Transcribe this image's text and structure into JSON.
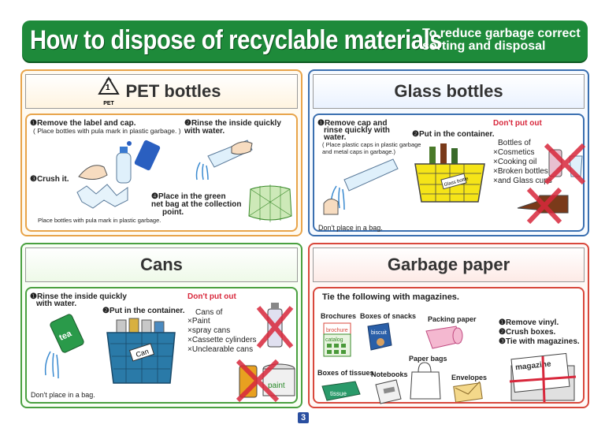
{
  "banner": {
    "title": "How to dispose of recyclable materials",
    "subtitle_line1": "To reduce garbage correct",
    "subtitle_line2": "sorting and disposal"
  },
  "pet": {
    "title": "PET bottles",
    "symbol_label": "PET",
    "symbol_number": "1",
    "step1": "❶Remove the label and cap.",
    "step1_note": "( Place bottles with pula mark in plastic garbage. )",
    "step2_l1": "❷Rinse the inside quickly",
    "step2_l2": "with water.",
    "step3": "❸Crush it.",
    "step4_l1": "❹Place in the green",
    "step4_l2": "net bag at the collection",
    "step4_l3": "point.",
    "footnote": "Place bottles with pula mark in plastic garbage."
  },
  "glass": {
    "title": "Glass bottles",
    "step1_l1": "❶Remove cap and",
    "step1_l2": "rinse quickly with",
    "step1_l3": "water.",
    "step1_note1": "( Place plastic caps in plastic garbage",
    "step1_note2": "and metal caps in garbage.)",
    "step2": "❷Put in the container.",
    "container_label": "Glass bottle",
    "dont_title": "Don't put out",
    "dont_intro": "Bottles of",
    "dont_items": [
      "×Cosmetics",
      "×Cooking oil",
      "×Broken bottles",
      "×and Glass cups"
    ],
    "footnote": "Don't place in a bag."
  },
  "cans": {
    "title": "Cans",
    "step1_l1": "❶Rinse the inside quickly",
    "step1_l2": "with water.",
    "step2": "❷Put in the container.",
    "can_label": "tea",
    "container_label": "Can",
    "dont_title": "Don't put out",
    "dont_intro": "Cans of",
    "dont_items": [
      "×Paint",
      "×spray cans",
      "×Cassette cylinders",
      "×Unclearable cans"
    ],
    "paint_label": "paint",
    "footnote": "Don't place in a bag."
  },
  "paper": {
    "title": "Garbage paper",
    "heading": "Tie the following with magazines.",
    "labels": {
      "brochures": "Brochures",
      "snacks": "Boxes of snacks",
      "packing": "Packing paper",
      "paper_bags": "Paper bags",
      "tissues": "Boxes of tissues",
      "notebooks": "Notebooks",
      "envelopes": "Envelopes"
    },
    "item_text": {
      "brochure": "brochure",
      "catalog": "catalog",
      "biscuit": "biscuit",
      "tissue": "tissue",
      "magazine": "magazine"
    },
    "steps": [
      "❶Remove vinyl.",
      "❷Crush boxes.",
      "❸Tie with magazines."
    ]
  },
  "page_number": "3",
  "colors": {
    "banner": "#1e8a3a",
    "pet": "#e8a44a",
    "glass": "#3a6fb0",
    "cans": "#4aa040",
    "paper": "#d8483c",
    "accent_red": "#d8283c"
  }
}
